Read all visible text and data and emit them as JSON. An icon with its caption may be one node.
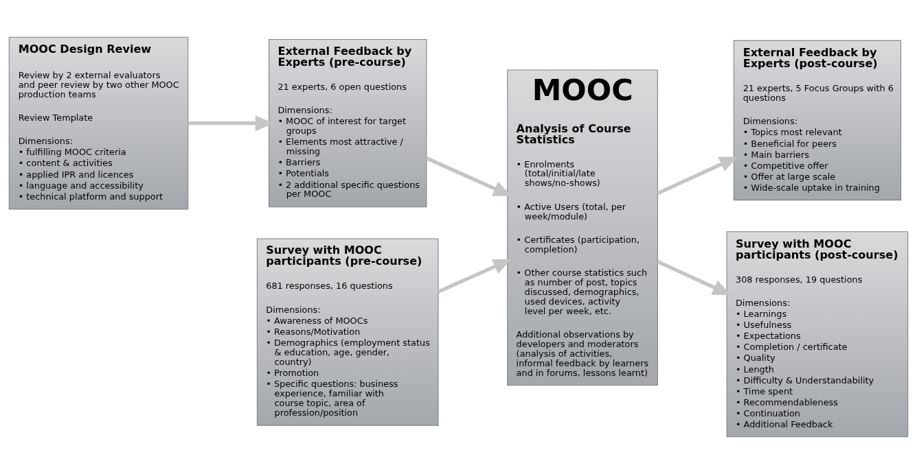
{
  "diagram": {
    "nodes": [
      {
        "text": [
          "MOOC Design Review",
          "Review by 2 external evaluators and peer review by two other MOOC production teams",
          "Review Template",
          "Dimensions:",
          "• fulfilling MOOC criteria",
          "• content & activities",
          "• applied IPR and licences",
          "• language and accessibility",
          "• technical platform and support"
        ]
      },
      {
        "text": [
          "External Feedback by Experts (pre-course)",
          "21 experts, 6 open questions",
          "Dimensions:",
          "• MOOC of interest for target groups",
          "• Elements most attractive / missing",
          "• Barriers",
          "• Potentials",
          "• 2 additional specific questions per MOOC"
        ]
      },
      {
        "text": [
          "Survey with MOOC participants (pre-course)",
          "681 responses, 16 questions",
          "Dimensions:",
          "• Awareness of MOOCs",
          "• Reasons/Motivation",
          "• Demographics (employment status & education, age, gender, country)",
          "• Promotion",
          "• Specific questions: business experience, familiar with course topic, area of profession/position"
        ]
      },
      {
        "text": [
          "MOOC",
          "Analysis of Course Statistics",
          "• Enrolments (total/initial/late shows/no-shows)",
          "• Active Users (total, per week/module)",
          "• Certificates (participation, completion)",
          "• Other course statistics such as number of post, topics discussed, demographics, used devices, activity level per week, etc.",
          "Additional observations by developers and moderators (analysis of activities, informal feedback by learners and in forums, lessons learnt)"
        ]
      },
      {
        "text": [
          "External Feedback by Experts (post-course)",
          "21 experts, 5 Focus Groups with 6 questions",
          "Dimensions:",
          "• Topics most relevant",
          "• Beneficial for peers",
          "• Main barriers",
          "• Competitive offer",
          "• Offer at large scale",
          "• Wide-scale uptake in training"
        ]
      },
      {
        "text": [
          "Survey with MOOC participants (post-course)",
          "308 responses, 19 questions",
          "Dimensions:",
          "• Learnings",
          "• Usefulness",
          "• Expectations",
          "• Completion / certificate",
          "• Quality",
          "• Length",
          "• Difficulty & Understandability",
          "• Time spent",
          "• Recommendableness",
          "• Continuation",
          "• Additional Feedback"
        ]
      }
    ],
    "edges": [
      {
        "from": 0,
        "to": 1,
        "arrow": "to"
      },
      {
        "from": 1,
        "to": 3,
        "arrow": "to"
      },
      {
        "from": 2,
        "to": 3,
        "arrow": "to"
      },
      {
        "from": 3,
        "to": 4,
        "arrow": "to"
      },
      {
        "from": 3,
        "to": 5,
        "arrow": "to"
      }
    ]
  }
}
